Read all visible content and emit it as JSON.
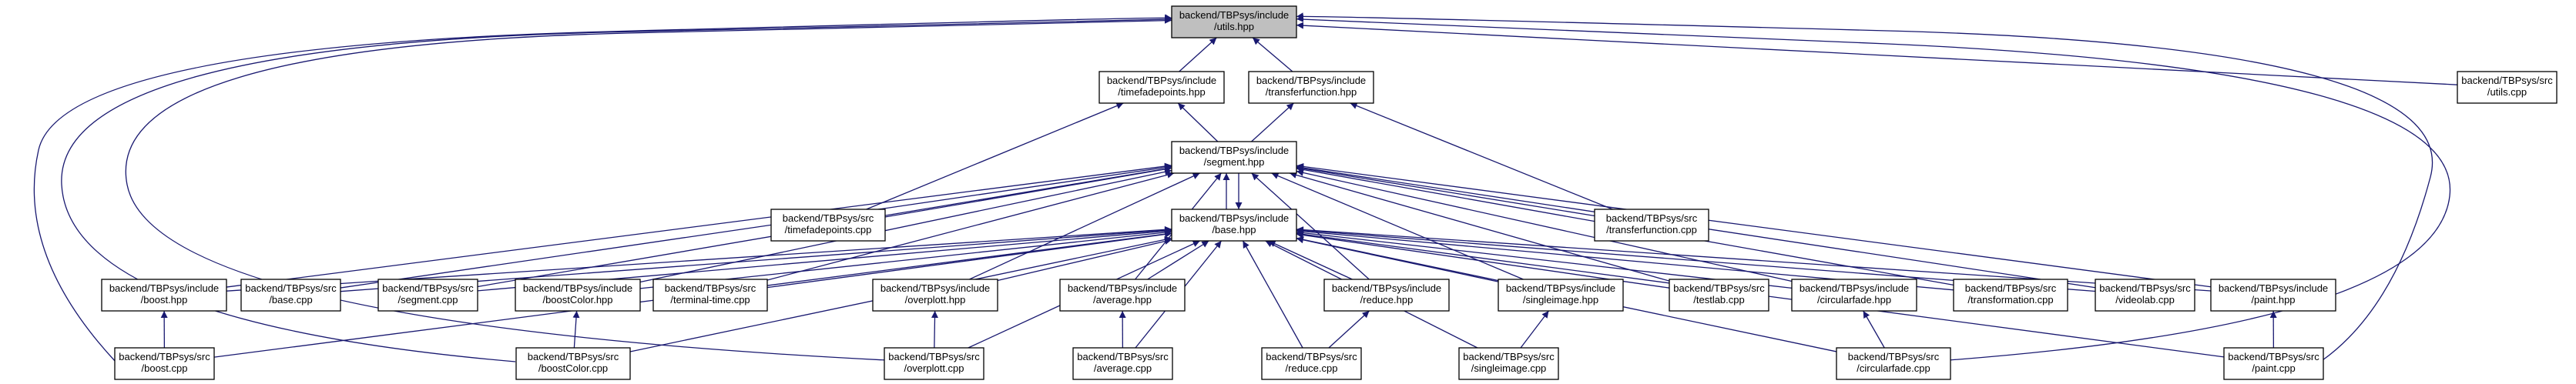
{
  "diagram": {
    "colors": {
      "edge": "#191970",
      "highlight_fill": "#bfbfbf",
      "node_fill": "#ffffff",
      "node_stroke": "#000000"
    },
    "nodes": [
      {
        "id": "utils_hpp",
        "lines": [
          "backend/TBPsys/include",
          "/utils.hpp"
        ],
        "highlight": true
      },
      {
        "id": "timefadepoints_hpp",
        "lines": [
          "backend/TBPsys/include",
          "/timefadepoints.hpp"
        ]
      },
      {
        "id": "transferfunction_hpp",
        "lines": [
          "backend/TBPsys/include",
          "/transferfunction.hpp"
        ]
      },
      {
        "id": "utils_cpp",
        "lines": [
          "backend/TBPsys/src",
          "/utils.cpp"
        ]
      },
      {
        "id": "segment_hpp",
        "lines": [
          "backend/TBPsys/include",
          "/segment.hpp"
        ]
      },
      {
        "id": "timefadepoints_cpp",
        "lines": [
          "backend/TBPsys/src",
          "/timefadepoints.cpp"
        ]
      },
      {
        "id": "transferfunction_cpp",
        "lines": [
          "backend/TBPsys/src",
          "/transferfunction.cpp"
        ]
      },
      {
        "id": "base_hpp",
        "lines": [
          "backend/TBPsys/include",
          "/base.hpp"
        ]
      },
      {
        "id": "boost_hpp",
        "lines": [
          "backend/TBPsys/include",
          "/boost.hpp"
        ]
      },
      {
        "id": "base_cpp",
        "lines": [
          "backend/TBPsys/src",
          "/base.cpp"
        ]
      },
      {
        "id": "segment_cpp",
        "lines": [
          "backend/TBPsys/src",
          "/segment.cpp"
        ]
      },
      {
        "id": "boostColor_hpp",
        "lines": [
          "backend/TBPsys/include",
          "/boostColor.hpp"
        ]
      },
      {
        "id": "terminal_time_cpp",
        "lines": [
          "backend/TBPsys/src",
          "/terminal-time.cpp"
        ]
      },
      {
        "id": "overplott_hpp",
        "lines": [
          "backend/TBPsys/include",
          "/overplott.hpp"
        ]
      },
      {
        "id": "average_hpp",
        "lines": [
          "backend/TBPsys/include",
          "/average.hpp"
        ]
      },
      {
        "id": "reduce_hpp",
        "lines": [
          "backend/TBPsys/include",
          "/reduce.hpp"
        ]
      },
      {
        "id": "singleimage_hpp",
        "lines": [
          "backend/TBPsys/include",
          "/singleimage.hpp"
        ]
      },
      {
        "id": "testlab_cpp",
        "lines": [
          "backend/TBPsys/src",
          "/testlab.cpp"
        ]
      },
      {
        "id": "circularfade_hpp",
        "lines": [
          "backend/TBPsys/include",
          "/circularfade.hpp"
        ]
      },
      {
        "id": "transformation_cpp",
        "lines": [
          "backend/TBPsys/src",
          "/transformation.cpp"
        ]
      },
      {
        "id": "videolab_cpp",
        "lines": [
          "backend/TBPsys/src",
          "/videolab.cpp"
        ]
      },
      {
        "id": "paint_hpp",
        "lines": [
          "backend/TBPsys/include",
          "/paint.hpp"
        ]
      },
      {
        "id": "boost_cpp",
        "lines": [
          "backend/TBPsys/src",
          "/boost.cpp"
        ]
      },
      {
        "id": "boostColor_cpp",
        "lines": [
          "backend/TBPsys/src",
          "/boostColor.cpp"
        ]
      },
      {
        "id": "overplott_cpp",
        "lines": [
          "backend/TBPsys/src",
          "/overplott.cpp"
        ]
      },
      {
        "id": "average_cpp",
        "lines": [
          "backend/TBPsys/src",
          "/average.cpp"
        ]
      },
      {
        "id": "reduce_cpp",
        "lines": [
          "backend/TBPsys/src",
          "/reduce.cpp"
        ]
      },
      {
        "id": "singleimage_cpp",
        "lines": [
          "backend/TBPsys/src",
          "/singleimage.cpp"
        ]
      },
      {
        "id": "circularfade_cpp",
        "lines": [
          "backend/TBPsys/src",
          "/circularfade.cpp"
        ]
      },
      {
        "id": "paint_cpp",
        "lines": [
          "backend/TBPsys/src",
          "/paint.cpp"
        ]
      }
    ],
    "edges": [
      [
        "timefadepoints_hpp",
        "utils_hpp"
      ],
      [
        "transferfunction_hpp",
        "utils_hpp"
      ],
      [
        "utils_cpp",
        "utils_hpp"
      ],
      [
        "boost_cpp",
        "utils_hpp"
      ],
      [
        "boostColor_cpp",
        "utils_hpp"
      ],
      [
        "overplott_cpp",
        "utils_hpp"
      ],
      [
        "circularfade_cpp",
        "utils_hpp"
      ],
      [
        "paint_cpp",
        "utils_hpp"
      ],
      [
        "segment_hpp",
        "timefadepoints_hpp"
      ],
      [
        "timefadepoints_cpp",
        "timefadepoints_hpp"
      ],
      [
        "segment_hpp",
        "transferfunction_hpp"
      ],
      [
        "transferfunction_cpp",
        "transferfunction_hpp"
      ],
      [
        "base_hpp",
        "segment_hpp"
      ],
      [
        "segment_hpp",
        "base_hpp"
      ],
      [
        "timefadepoints_cpp",
        "segment_hpp"
      ],
      [
        "transferfunction_cpp",
        "segment_hpp"
      ],
      [
        "boost_hpp",
        "segment_hpp"
      ],
      [
        "base_cpp",
        "segment_hpp"
      ],
      [
        "segment_cpp",
        "segment_hpp"
      ],
      [
        "boostColor_hpp",
        "segment_hpp"
      ],
      [
        "terminal_time_cpp",
        "segment_hpp"
      ],
      [
        "overplott_hpp",
        "segment_hpp"
      ],
      [
        "average_hpp",
        "segment_hpp"
      ],
      [
        "reduce_hpp",
        "segment_hpp"
      ],
      [
        "singleimage_hpp",
        "segment_hpp"
      ],
      [
        "testlab_cpp",
        "segment_hpp"
      ],
      [
        "circularfade_hpp",
        "segment_hpp"
      ],
      [
        "transformation_cpp",
        "segment_hpp"
      ],
      [
        "videolab_cpp",
        "segment_hpp"
      ],
      [
        "paint_hpp",
        "segment_hpp"
      ],
      [
        "boost_hpp",
        "base_hpp"
      ],
      [
        "base_cpp",
        "base_hpp"
      ],
      [
        "segment_cpp",
        "base_hpp"
      ],
      [
        "boostColor_hpp",
        "base_hpp"
      ],
      [
        "terminal_time_cpp",
        "base_hpp"
      ],
      [
        "overplott_hpp",
        "base_hpp"
      ],
      [
        "average_hpp",
        "base_hpp"
      ],
      [
        "reduce_hpp",
        "base_hpp"
      ],
      [
        "singleimage_hpp",
        "base_hpp"
      ],
      [
        "testlab_cpp",
        "base_hpp"
      ],
      [
        "circularfade_hpp",
        "base_hpp"
      ],
      [
        "transformation_cpp",
        "base_hpp"
      ],
      [
        "videolab_cpp",
        "base_hpp"
      ],
      [
        "paint_hpp",
        "base_hpp"
      ],
      [
        "boost_cpp",
        "base_hpp"
      ],
      [
        "boostColor_cpp",
        "base_hpp"
      ],
      [
        "overplott_cpp",
        "base_hpp"
      ],
      [
        "average_cpp",
        "base_hpp"
      ],
      [
        "reduce_cpp",
        "base_hpp"
      ],
      [
        "singleimage_cpp",
        "base_hpp"
      ],
      [
        "circularfade_cpp",
        "base_hpp"
      ],
      [
        "paint_cpp",
        "base_hpp"
      ],
      [
        "boost_cpp",
        "boost_hpp"
      ],
      [
        "boostColor_cpp",
        "boostColor_hpp"
      ],
      [
        "overplott_cpp",
        "overplott_hpp"
      ],
      [
        "average_cpp",
        "average_hpp"
      ],
      [
        "reduce_cpp",
        "reduce_hpp"
      ],
      [
        "singleimage_cpp",
        "singleimage_hpp"
      ],
      [
        "circularfade_cpp",
        "circularfade_hpp"
      ],
      [
        "paint_cpp",
        "paint_hpp"
      ]
    ]
  }
}
